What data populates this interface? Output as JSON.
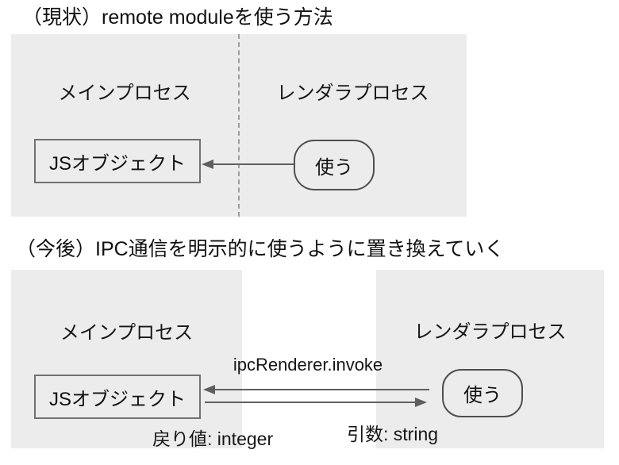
{
  "colors": {
    "panel_bg": "#ececec",
    "box_border": "#717171",
    "use_box_border": "#4f4f4f",
    "arrow": "#5f5f5f",
    "divider": "#9e9e9e",
    "text": "#111111"
  },
  "current": {
    "title": "（現状）remote moduleを使う方法",
    "main_process": "メインプロセス",
    "renderer_process": "レンダラプロセス",
    "js_object": "JSオブジェクト",
    "use": "使う"
  },
  "future": {
    "title": "（今後）IPC通信を明示的に使うように置き換えていく",
    "main_process": "メインプロセス",
    "renderer_process": "レンダラプロセス",
    "js_object": "JSオブジェクト",
    "use": "使う",
    "ipc_label": "ipcRenderer.invoke",
    "return_value": "戻り値: integer",
    "argument": "引数: string"
  }
}
